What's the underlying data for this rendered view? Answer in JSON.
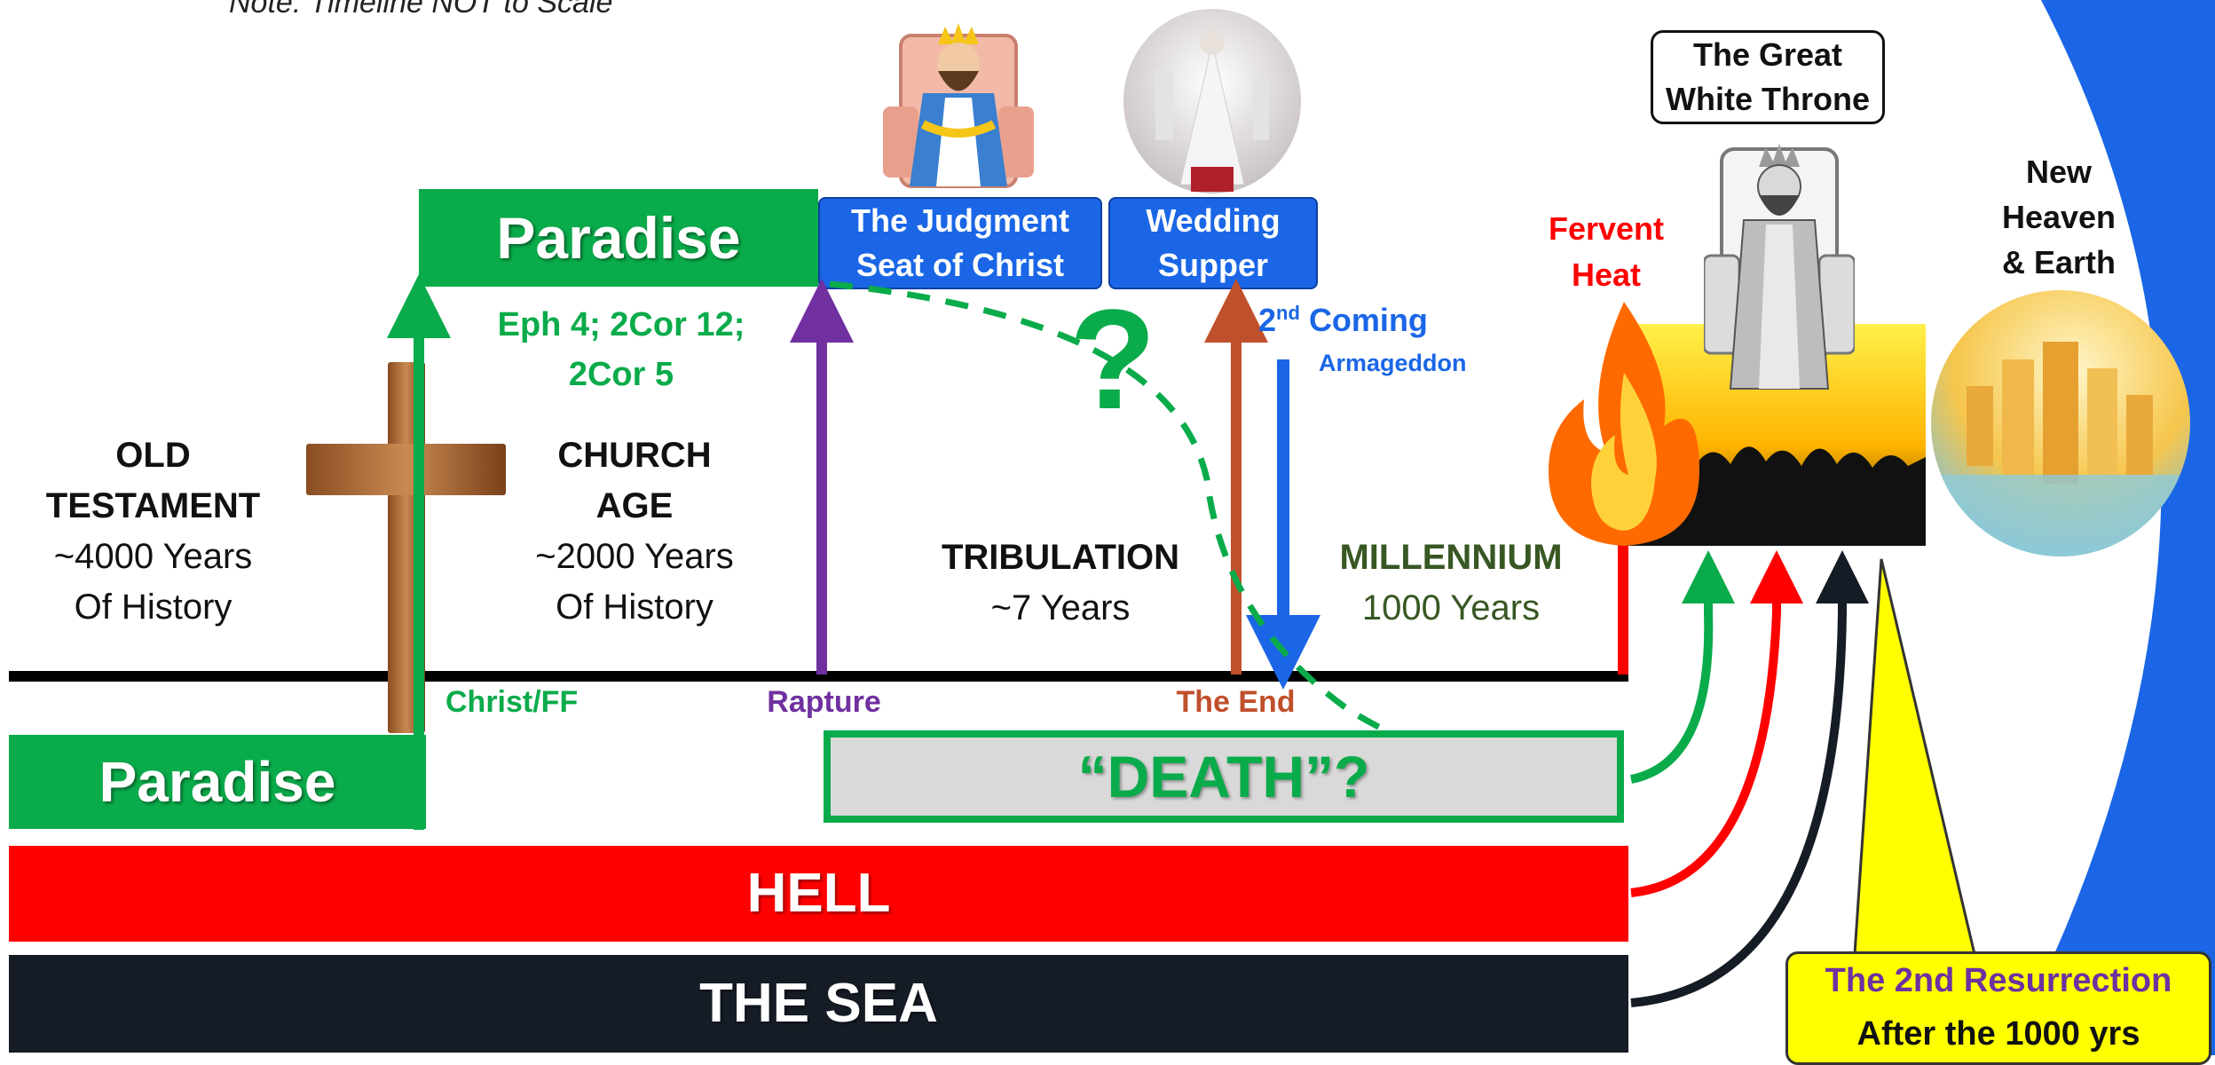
{
  "note": "Note: Timeline NOT to Scale",
  "eras": {
    "old_testament": {
      "line1": "OLD",
      "line2": "TESTAMENT",
      "line3": "~4000 Years",
      "line4": "Of History"
    },
    "church_age": {
      "line1": "CHURCH",
      "line2": "AGE",
      "line3": "~2000 Years",
      "line4": "Of History"
    },
    "tribulation": {
      "line1": "TRIBULATION",
      "line2": "~7 Years"
    },
    "millennium": {
      "line1": "MILLENNIUM",
      "line2": "1000 Years"
    }
  },
  "events": {
    "christ_ff": "Christ/FF",
    "rapture": "Rapture",
    "the_end": "The End",
    "second_coming_num": "2",
    "second_coming_sup": "nd",
    "second_coming_word": "Coming",
    "armageddon": "Armageddon"
  },
  "paradise_upper": {
    "label": "Paradise",
    "refs_line1": "Eph 4; 2Cor 12;",
    "refs_line2": "2Cor 5"
  },
  "paradise_lower": "Paradise",
  "judgment_seat": {
    "line1": "The Judgment",
    "line2": "Seat of Christ"
  },
  "wedding_supper": {
    "line1": "Wedding",
    "line2": "Supper"
  },
  "question_mark": "?",
  "death_box": "“DEATH”?",
  "hell_bar": "HELL",
  "sea_bar": "THE SEA",
  "fervent_heat": {
    "line1": "Fervent",
    "line2": "Heat"
  },
  "great_white_throne": {
    "line1": "The Great",
    "line2": "White Throne"
  },
  "new_heaven": {
    "line1": "New",
    "line2": "Heaven",
    "line3": "& Earth"
  },
  "resurrection": {
    "line1": "The 2nd Resurrection",
    "line2": "After the 1000 yrs"
  },
  "icons": [
    "cross-icon",
    "throne-king-icon",
    "wedding-icon",
    "fire-icon",
    "crowd-icon",
    "white-throne-icon",
    "city-icon"
  ],
  "colors": {
    "green": "#0aab4a",
    "purple": "#7030a0",
    "brown": "#c0502b",
    "blue": "#1a66e6",
    "red": "#ff0000",
    "dark": "#161c26",
    "millennium_green": "#385723",
    "yellow": "#ffff00"
  }
}
